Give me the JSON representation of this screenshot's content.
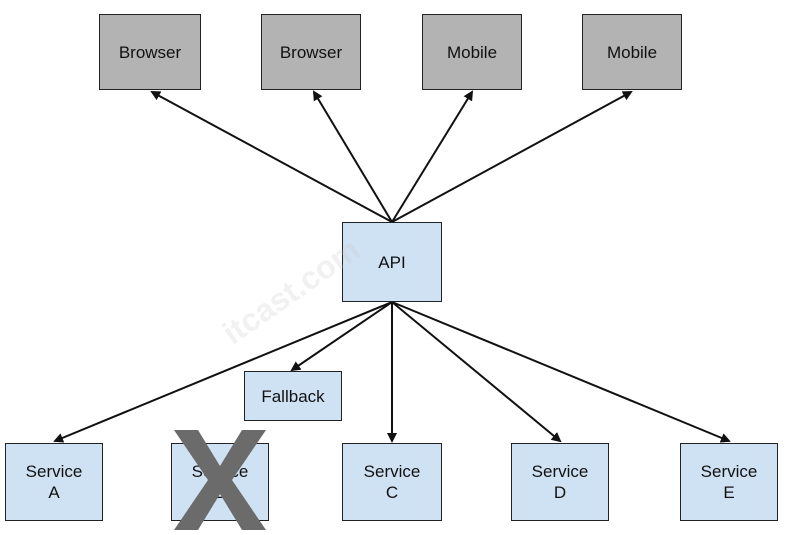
{
  "clients": [
    {
      "id": "browser-1",
      "label": "Browser"
    },
    {
      "id": "browser-2",
      "label": "Browser"
    },
    {
      "id": "mobile-1",
      "label": "Mobile"
    },
    {
      "id": "mobile-2",
      "label": "Mobile"
    }
  ],
  "api": {
    "label": "API"
  },
  "fallback": {
    "label": "Fallback"
  },
  "services": [
    {
      "id": "service-a",
      "line1": "Service",
      "line2": "A"
    },
    {
      "id": "service-b",
      "line1": "Service",
      "line2": "B",
      "failed": true
    },
    {
      "id": "service-c",
      "line1": "Service",
      "line2": "C"
    },
    {
      "id": "service-d",
      "line1": "Service",
      "line2": "D"
    },
    {
      "id": "service-e",
      "line1": "Service",
      "line2": "E"
    }
  ],
  "colors": {
    "client_fill": "#b3b3b3",
    "service_fill": "#cfe2f3",
    "failed_mark": "#6b6b6b",
    "edge": "#111111"
  },
  "watermark_text": "itcast.com"
}
